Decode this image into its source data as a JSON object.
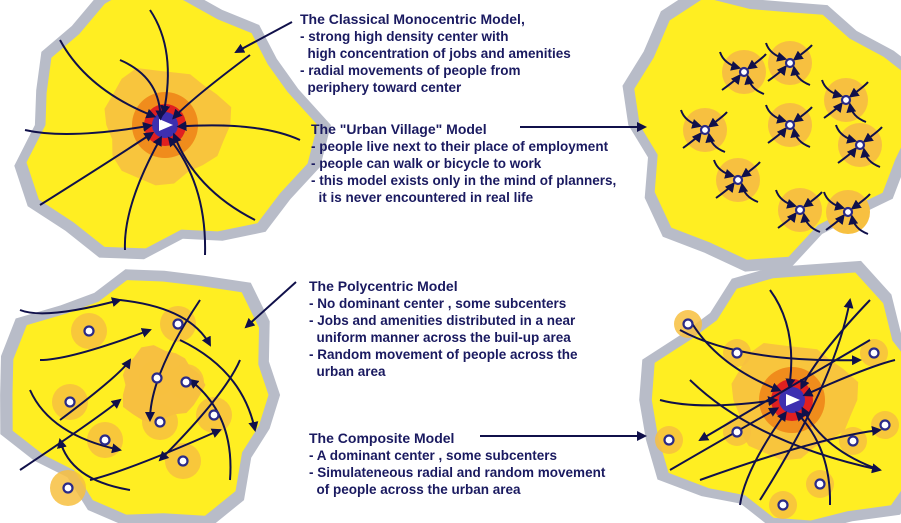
{
  "colors": {
    "outer_ring": "#b8bcc8",
    "land": "#ffee22",
    "suburb": "#f7c040",
    "ring": "#f08c1c",
    "core": "#e02020",
    "center": "#2a2a88",
    "arrow": "#10104a",
    "text": "#1a1a60"
  },
  "models": [
    {
      "id": "monocentric",
      "title": "The Classical Monocentric Model,",
      "lines": [
        "- strong high density center with",
        "  high concentration of jobs and amenities",
        "- radial movements of people from",
        "  periphery toward center"
      ]
    },
    {
      "id": "urban-village",
      "title": "The \"Urban Village\" Model",
      "lines": [
        "- people live next to their place of employment",
        "- people can walk or bicycle to work",
        "- this model exists only in the mind of planners,",
        "  it is never encountered in real life"
      ]
    },
    {
      "id": "polycentric",
      "title": "The Polycentric Model",
      "lines": [
        "- No dominant center , some subcenters",
        "- Jobs and amenities distributed in a near",
        "  uniform manner across the buil-up area",
        "- Random movement of people across the",
        "  urban area"
      ]
    },
    {
      "id": "composite",
      "title": "The Composite Model",
      "lines": [
        "- A dominant center , some subcenters",
        "- Simulateneous radial and random movement",
        "  of people across the urban area"
      ]
    }
  ]
}
